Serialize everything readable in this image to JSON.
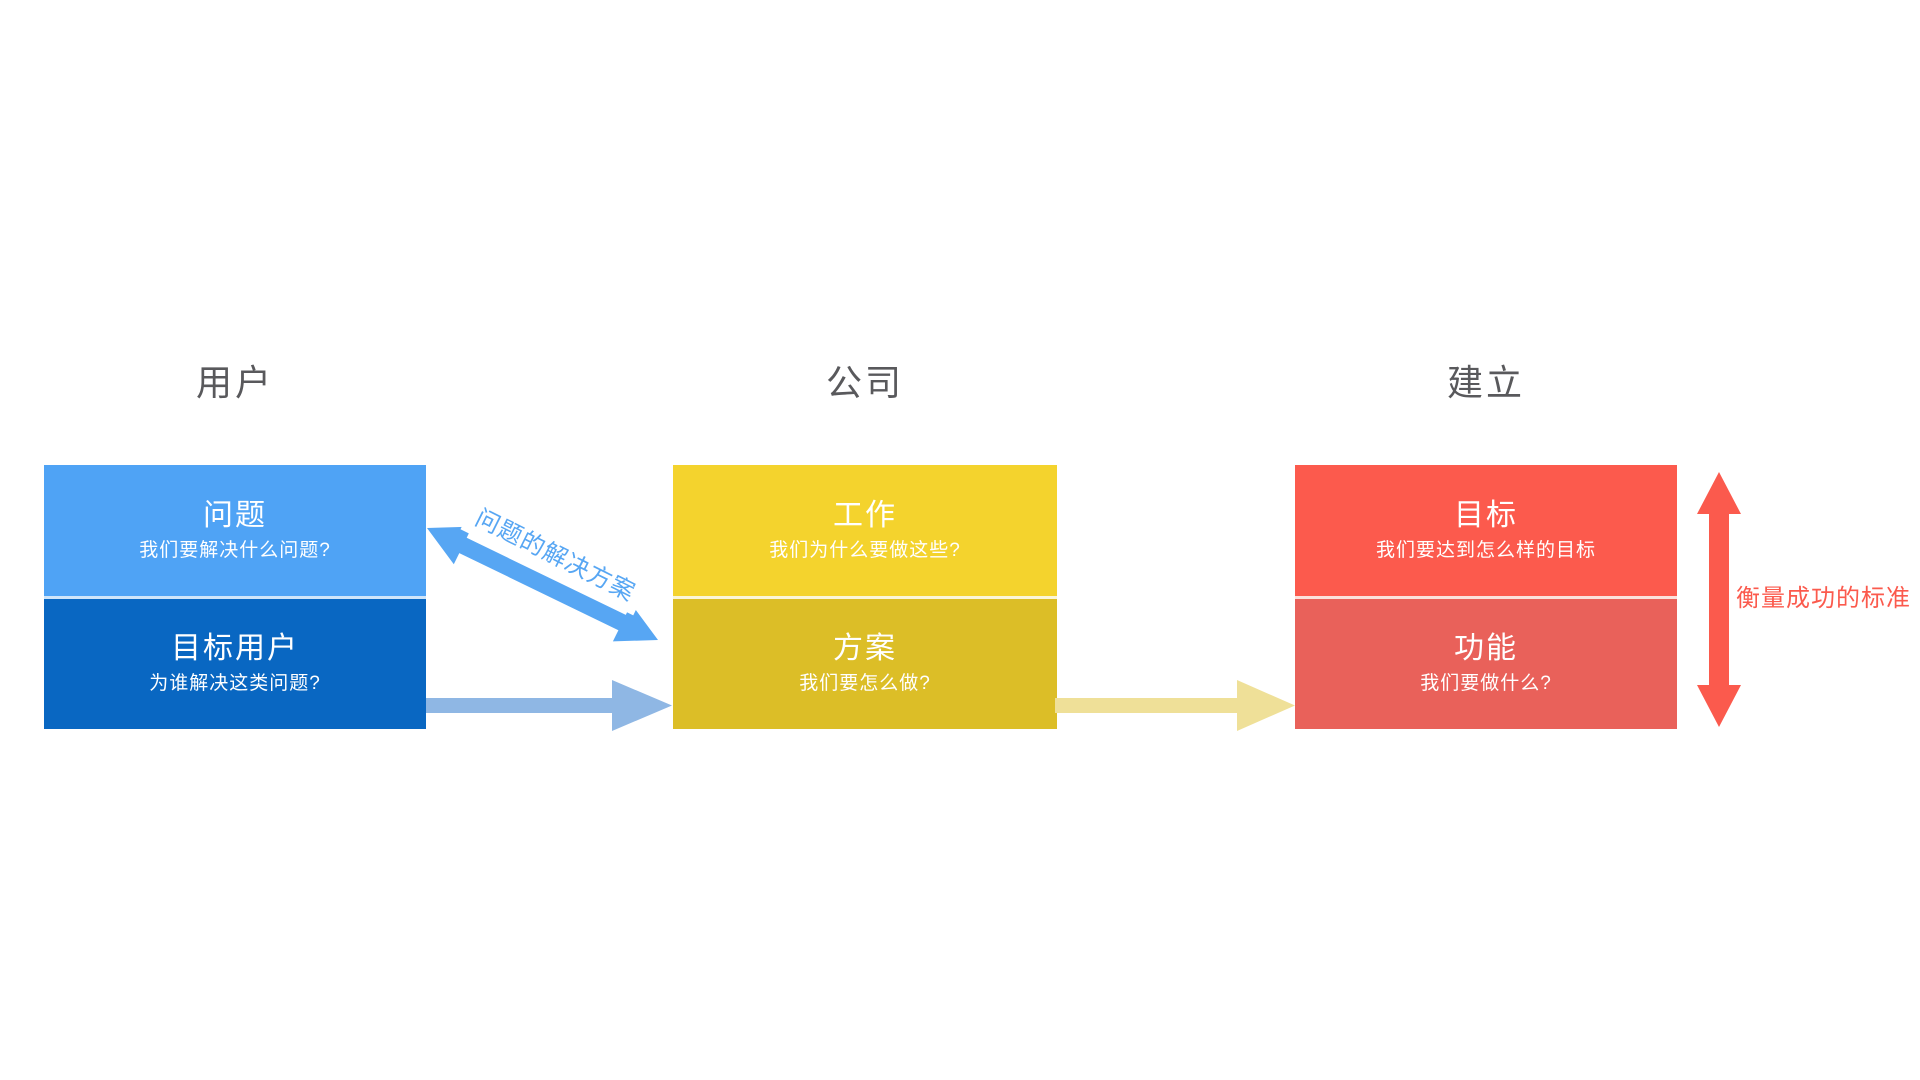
{
  "header_text_color": "#59595C",
  "columns": [
    {
      "header": "用户",
      "top": {
        "title": "问题",
        "subtitle": "我们要解决什么问题?"
      },
      "bottom": {
        "title": "目标用户",
        "subtitle": "为谁解决这类问题?"
      },
      "colors": {
        "top_bg": "#4FA3F5",
        "bottom_bg": "#0967C2",
        "divider": "#CFE5FA"
      }
    },
    {
      "header": "公司",
      "top": {
        "title": "工作",
        "subtitle": "我们为什么要做这些?"
      },
      "bottom": {
        "title": "方案",
        "subtitle": "我们要怎么做?"
      },
      "colors": {
        "top_bg": "#F4D32D",
        "bottom_bg": "#DCBE27",
        "divider": "#FBF6D8"
      }
    },
    {
      "header": "建立",
      "top": {
        "title": "目标",
        "subtitle": "我们要达到怎么样的目标"
      },
      "bottom": {
        "title": "功能",
        "subtitle": "我们要做什么?"
      },
      "colors": {
        "top_bg": "#FC5A4D",
        "bottom_bg": "#E9615A",
        "divider": "#FCE1DC"
      }
    }
  ],
  "connectors": {
    "diagonal_arrow_label": "问题的解决方案",
    "measure_label": "衡量成功的标准",
    "colors": {
      "diagonal_arrow": "#57A6F3",
      "user_to_company_arrow": "#8FB7E4",
      "company_to_build_arrow": "#EFE098",
      "measure_arrow": "#FB5A4D",
      "diagonal_label_text": "#57A6F3",
      "measure_label_text": "#FB5A4D"
    }
  }
}
